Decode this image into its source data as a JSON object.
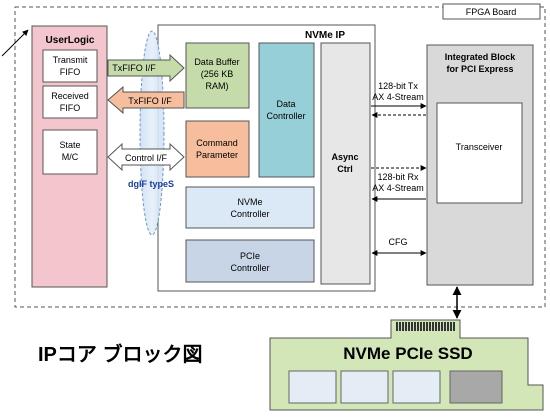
{
  "board": {
    "label": "FPGA Board"
  },
  "userlogic": {
    "title": "UserLogic",
    "transmit_fifo": [
      "Transmit",
      "FIFO"
    ],
    "received_fifo": [
      "Received",
      "FIFO"
    ],
    "state_mc": [
      "State",
      "M/C"
    ]
  },
  "nvme_ip": {
    "title": "NVMe IP",
    "data_buffer": [
      "Data Buffer",
      "(256 KB",
      "RAM)"
    ],
    "data_controller": [
      "Data",
      "Controller"
    ],
    "command_parameter": [
      "Command",
      "Parameter"
    ],
    "async_ctrl": [
      "Async",
      "Ctrl"
    ],
    "nvme_controller": [
      "NVMe",
      "Controller"
    ],
    "pcie_controller": [
      "PCIe",
      "Controller"
    ]
  },
  "interfaces": {
    "tx_fifo_if": "TxFIFO I/F",
    "rx_fifo_if": "TxFIFO I/F",
    "control_if": "Control I/F",
    "dgif_label": "dgIF typeS"
  },
  "pcie_block": {
    "title": [
      "Integrated Block",
      "for PCI Express"
    ],
    "transceiver": "Transceiver"
  },
  "signals": {
    "tx_stream": [
      "128-bit Tx",
      "AX 4-Stream"
    ],
    "rx_stream": [
      "128-bit Rx",
      "AX 4-Stream"
    ],
    "cfg": "CFG"
  },
  "caption": "IPコア ブロック図",
  "ssd": {
    "label": "NVMe PCIe SSD"
  }
}
